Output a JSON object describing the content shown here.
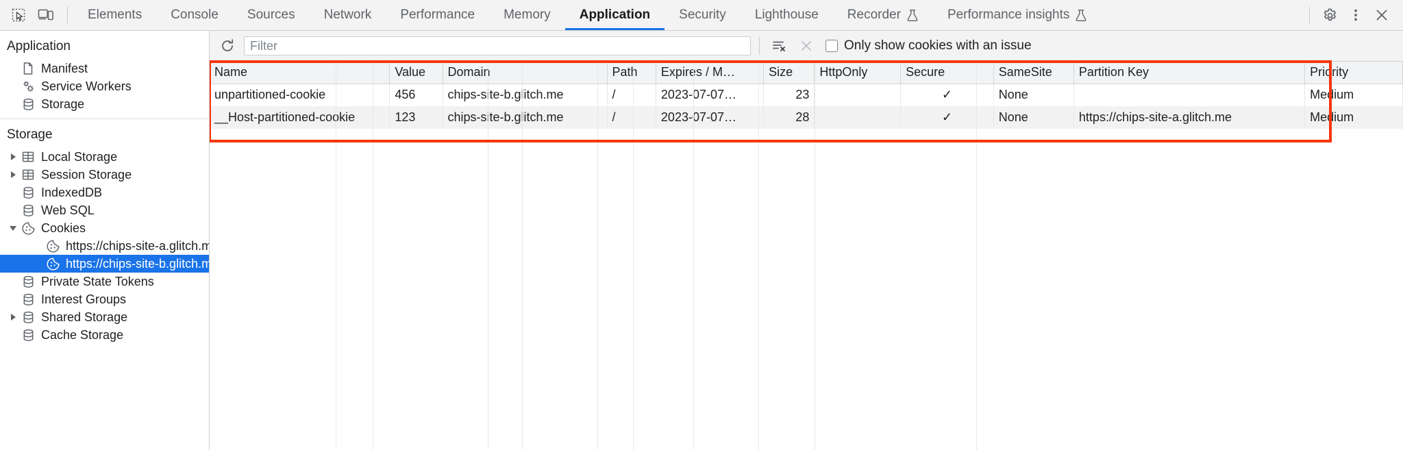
{
  "toolbar_top": {
    "inspect_icon": "inspect-element-icon",
    "device_icon": "device-toolbar-icon",
    "tabs": [
      {
        "label": "Elements",
        "selected": false,
        "experimental": false
      },
      {
        "label": "Console",
        "selected": false,
        "experimental": false
      },
      {
        "label": "Sources",
        "selected": false,
        "experimental": false
      },
      {
        "label": "Network",
        "selected": false,
        "experimental": false
      },
      {
        "label": "Performance",
        "selected": false,
        "experimental": false
      },
      {
        "label": "Memory",
        "selected": false,
        "experimental": false
      },
      {
        "label": "Application",
        "selected": true,
        "experimental": false
      },
      {
        "label": "Security",
        "selected": false,
        "experimental": false
      },
      {
        "label": "Lighthouse",
        "selected": false,
        "experimental": false
      },
      {
        "label": "Recorder",
        "selected": false,
        "experimental": true
      },
      {
        "label": "Performance insights",
        "selected": false,
        "experimental": true
      }
    ],
    "right_icons": [
      "gear-icon",
      "more-options-icon",
      "close-icon"
    ]
  },
  "sidebar": {
    "application": {
      "title": "Application",
      "items": [
        {
          "label": "Manifest",
          "icon": "manifest-document-icon",
          "selected": false
        },
        {
          "label": "Service Workers",
          "icon": "service-workers-gears-icon",
          "selected": false
        },
        {
          "label": "Storage",
          "icon": "database-icon",
          "selected": false
        }
      ]
    },
    "storage": {
      "title": "Storage",
      "items": [
        {
          "label": "Local Storage",
          "icon": "table-grid-icon",
          "twisty": "collapsed",
          "indent": 1,
          "selected": false
        },
        {
          "label": "Session Storage",
          "icon": "table-grid-icon",
          "twisty": "collapsed",
          "indent": 1,
          "selected": false
        },
        {
          "label": "IndexedDB",
          "icon": "database-icon",
          "twisty": "none",
          "indent": 1,
          "selected": false
        },
        {
          "label": "Web SQL",
          "icon": "database-icon",
          "twisty": "none",
          "indent": 1,
          "selected": false
        },
        {
          "label": "Cookies",
          "icon": "cookie-icon",
          "twisty": "expanded",
          "indent": 1,
          "selected": false
        },
        {
          "label": "https://chips-site-a.glitch.me",
          "icon": "cookie-icon",
          "twisty": "none",
          "indent": 2,
          "selected": false
        },
        {
          "label": "https://chips-site-b.glitch.me",
          "icon": "cookie-icon",
          "twisty": "none",
          "indent": 2,
          "selected": true
        },
        {
          "label": "Private State Tokens",
          "icon": "database-icon",
          "twisty": "none",
          "indent": 1,
          "selected": false
        },
        {
          "label": "Interest Groups",
          "icon": "database-icon",
          "twisty": "none",
          "indent": 1,
          "selected": false
        },
        {
          "label": "Shared Storage",
          "icon": "database-icon",
          "twisty": "collapsed",
          "indent": 1,
          "selected": false
        },
        {
          "label": "Cache Storage",
          "icon": "database-icon",
          "twisty": "none",
          "indent": 1,
          "selected": false
        }
      ]
    }
  },
  "panel_toolbar": {
    "refresh_icon": "refresh-icon",
    "filter_placeholder": "Filter",
    "filter_value": "",
    "clear_all_icon": "clear-all-cookies-icon",
    "clear_filtered_icon": "clear-filtered-cookies-icon",
    "checkbox_label": "Only show cookies with an issue",
    "checkbox_checked": false
  },
  "cookie_table": {
    "columns": [
      "Name",
      "Value",
      "Domain",
      "Path",
      "Expires / M…",
      "Size",
      "HttpOnly",
      "Secure",
      "SameSite",
      "Partition Key",
      "Priority"
    ],
    "rows": [
      {
        "Name": "unpartitioned-cookie",
        "Value": "456",
        "Domain": "chips-site-b.glitch.me",
        "Path": "/",
        "Expires / M…": "2023-07-07…",
        "Size": "23",
        "HttpOnly": "",
        "Secure": "✓",
        "SameSite": "None",
        "Partition Key": "",
        "Priority": "Medium"
      },
      {
        "Name": "__Host-partitioned-cookie",
        "Value": "123",
        "Domain": "chips-site-b.glitch.me",
        "Path": "/",
        "Expires / M…": "2023-07-07…",
        "Size": "28",
        "HttpOnly": "",
        "Secure": "✓",
        "SameSite": "None",
        "Partition Key": "https://chips-site-a.glitch.me",
        "Priority": "Medium"
      }
    ]
  },
  "annotation": {
    "highlight_color": "#f4360a",
    "shape": "rectangle"
  }
}
